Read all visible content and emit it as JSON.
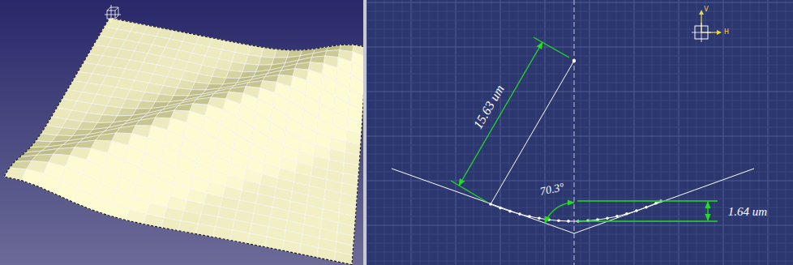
{
  "diagram": {
    "labels": [
      "15.63 um",
      "70.3°",
      "1.64 um",
      "V",
      "H"
    ]
  }
}
